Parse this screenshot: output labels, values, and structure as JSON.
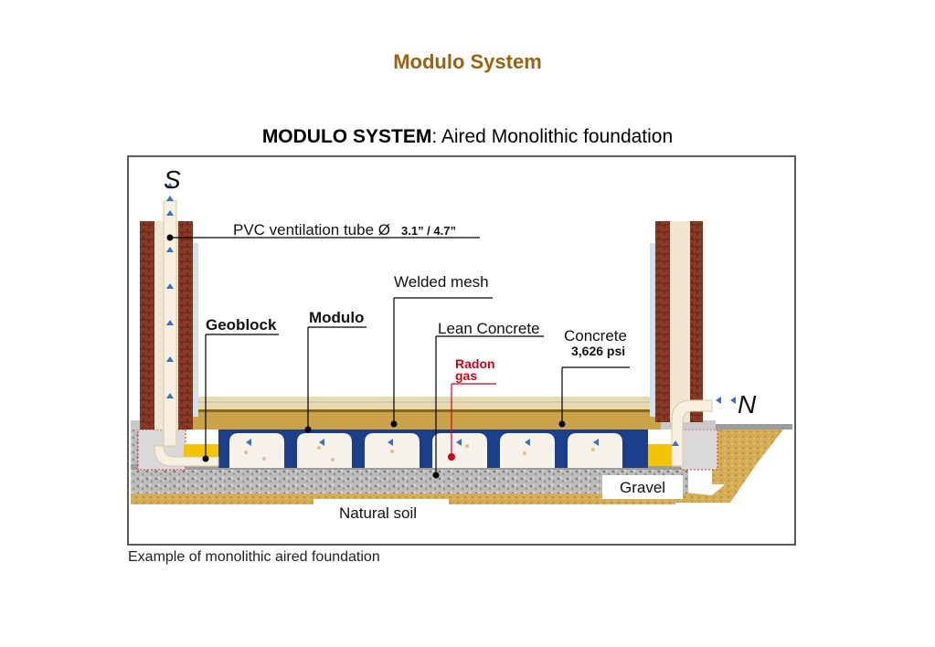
{
  "page": {
    "title": "Modulo System",
    "subtitle_bold": "MODULO SYSTEM",
    "subtitle_rest": ": Aired Monolithic foundation"
  },
  "diagram": {
    "labels": {
      "south": "S",
      "north": "N",
      "pvc_tube": "PVC ventilation tube Ø",
      "pvc_size": "3.1” / 4.7”",
      "welded_mesh": "Welded mesh",
      "geoblock": "Geoblock",
      "modulo": "Modulo",
      "lean_concrete": "Lean Concrete",
      "concrete": "Concrete",
      "concrete_psi": "3,626 psi",
      "radon_line1": "Radon",
      "radon_line2": "gas",
      "gravel": "Gravel",
      "natural_soil": "Natural soil"
    },
    "colors": {
      "title": "#9a6312",
      "radon": "#d0021b",
      "modulo_blue": "#1c3f8c",
      "brick": "#7a3320",
      "concrete_slab": "#c9a24a",
      "soil": "#cfa850",
      "geoblock_yellow": "#f2c500"
    }
  },
  "caption": "Example of monolithic aired foundation"
}
